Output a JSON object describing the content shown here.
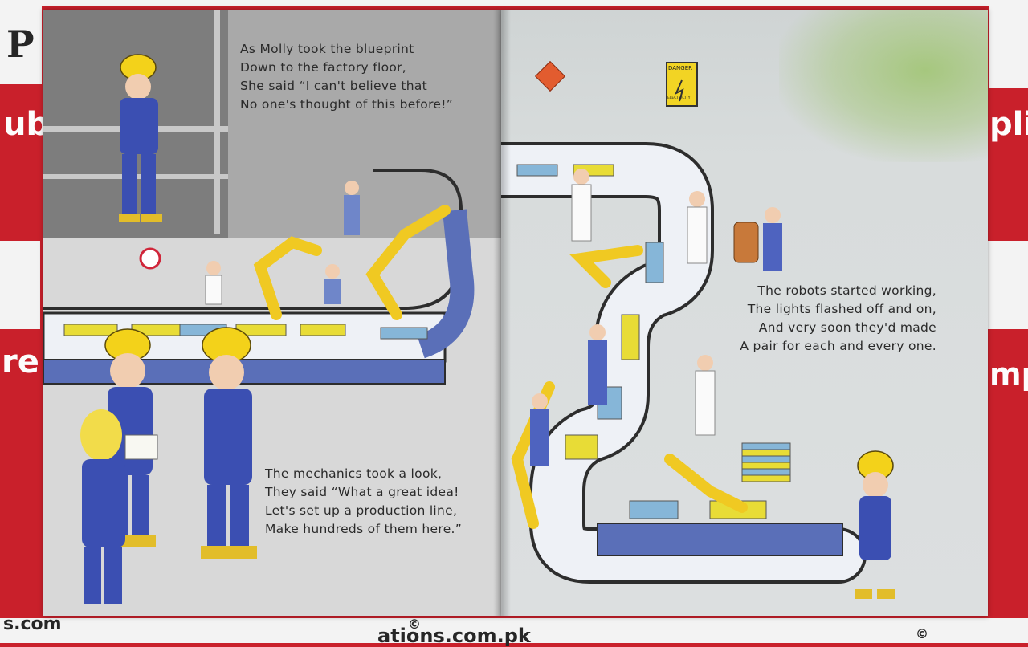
{
  "background": {
    "accent_color": "#c9202b",
    "watermark_fragments": [
      "P",
      "ub",
      "re",
      "s.com",
      "ations.com.pk",
      "©",
      "plic",
      "mpu",
      "©"
    ]
  },
  "left_page": {
    "verse_top": "As Molly took the blueprint\nDown to the factory floor,\nShe said “I can't believe that\nNo one's thought of this before!”",
    "verse_bottom": "The mechanics took a look,\nThey said “What a great idea!\nLet's set up a production line,\nMake hundreds of them here.”"
  },
  "right_page": {
    "verse": "The robots started working,\nThe lights flashed off and on,\nAnd very soon they'd made\nA pair for each and every one.",
    "danger_sign_label": "DANGER",
    "danger_sign_sublabel": "ELECTRICITY"
  }
}
